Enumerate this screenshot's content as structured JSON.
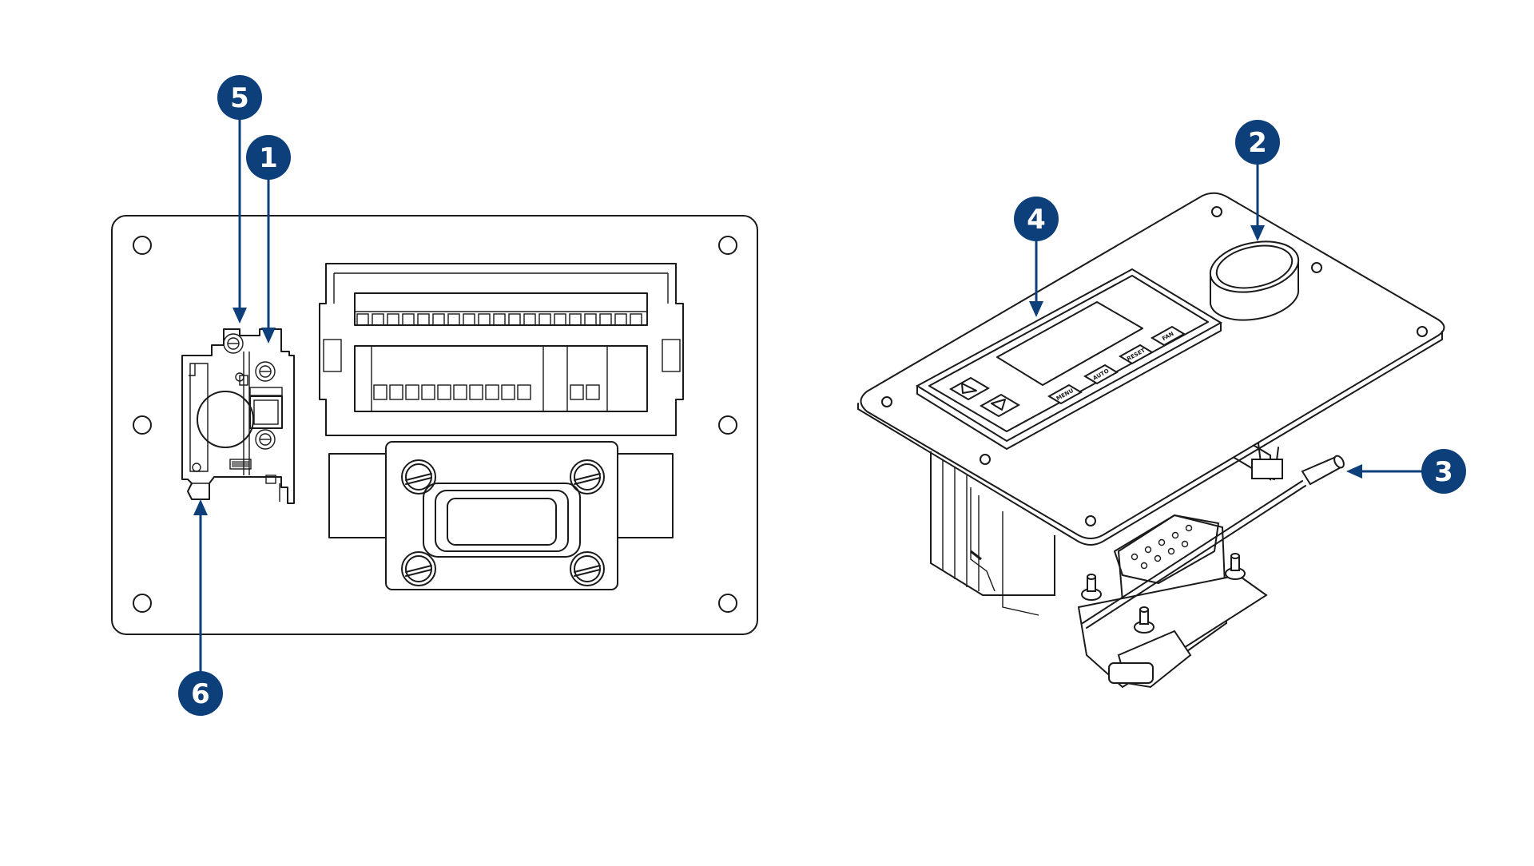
{
  "colors": {
    "callout_fill": "#0d3f7a",
    "leader": "#0d3f7a",
    "drawing": "#1a1a1a",
    "background": "#ffffff"
  },
  "callouts": [
    {
      "id": "c1",
      "label": "1"
    },
    {
      "id": "c2",
      "label": "2"
    },
    {
      "id": "c3",
      "label": "3"
    },
    {
      "id": "c4",
      "label": "4"
    },
    {
      "id": "c5",
      "label": "5"
    },
    {
      "id": "c6",
      "label": "6"
    }
  ],
  "controller": {
    "buttons": [
      "MENU",
      "AUTO",
      "RESET",
      "FAN"
    ]
  },
  "icons": [
    "arrow-up-icon",
    "arrow-down-icon"
  ]
}
